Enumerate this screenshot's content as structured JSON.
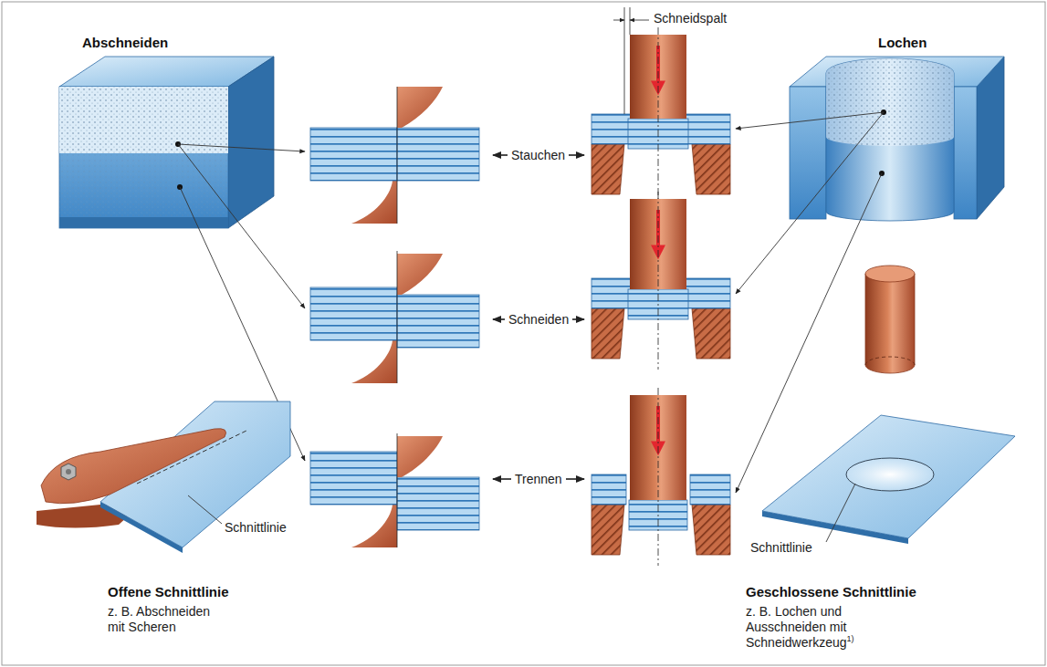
{
  "diagram": {
    "labels": [
      "Abschneiden",
      "Schneidspalt",
      "Lochen",
      "Stauchen",
      "Schneiden",
      "Trennen",
      "Schnittlinie",
      "Schnittlinie",
      "Offene Schnittlinie",
      "z. B. Abschneiden mit Scheren",
      "Geschlossene Schnittlinie",
      "z. B. Lochen und Ausschneiden mit Schneidwerkzeug",
      "1)"
    ]
  }
}
